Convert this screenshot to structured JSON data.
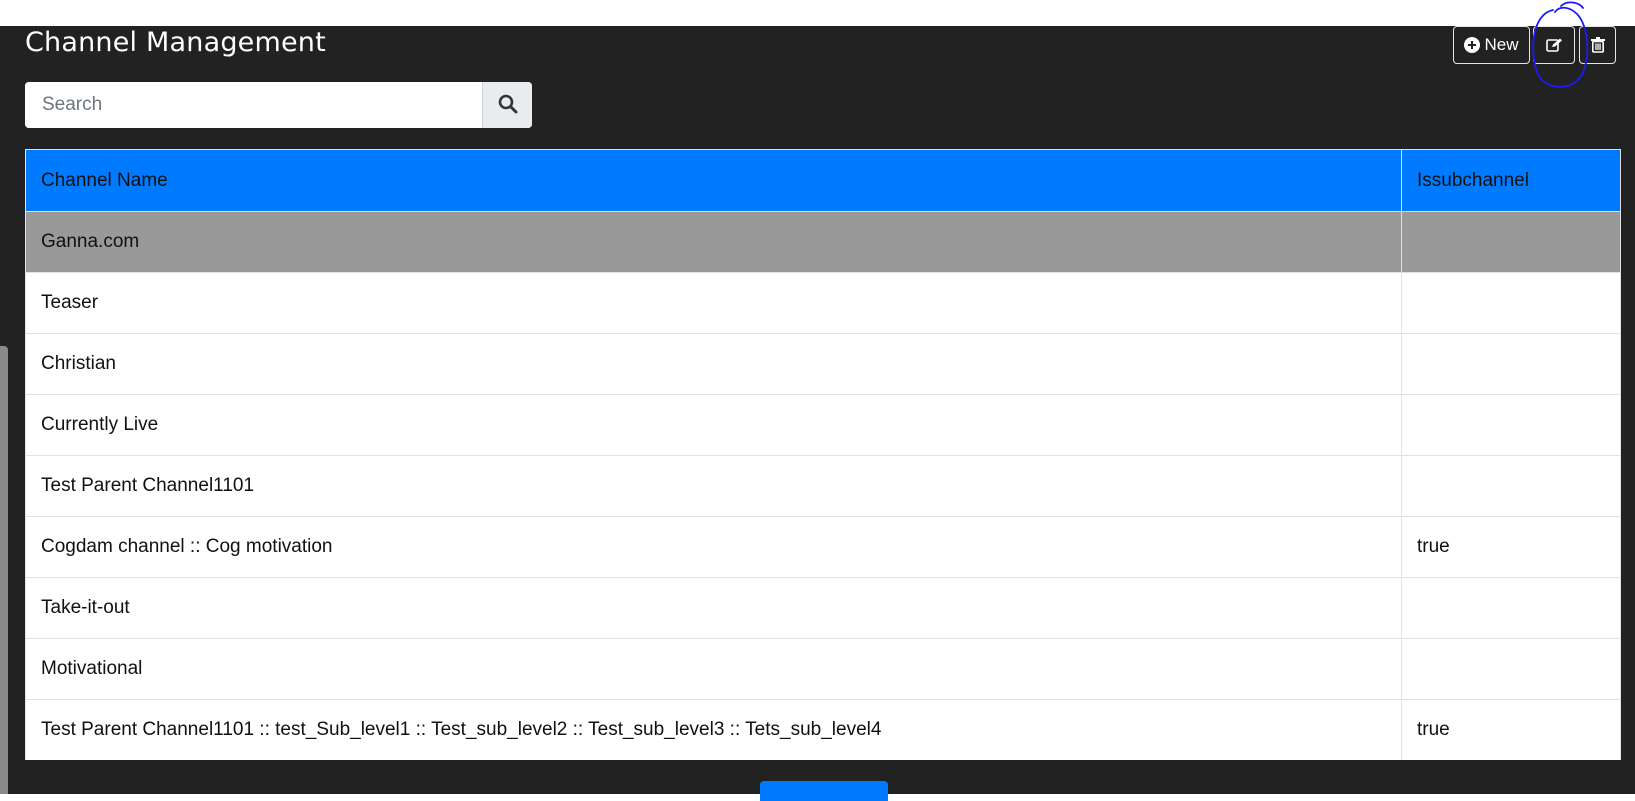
{
  "header": {
    "title": "Channel Management"
  },
  "toolbar": {
    "new_label": "New",
    "new_icon": "plus-circle-icon",
    "edit_icon": "edit-icon",
    "delete_icon": "trash-icon"
  },
  "search": {
    "placeholder": "Search",
    "value": "",
    "icon": "search-icon"
  },
  "table": {
    "columns": [
      "Channel Name",
      "Issubchannel"
    ],
    "rows": [
      {
        "name": "Ganna.com",
        "issub": "",
        "selected": true
      },
      {
        "name": "Teaser",
        "issub": ""
      },
      {
        "name": "Christian",
        "issub": ""
      },
      {
        "name": "Currently Live",
        "issub": ""
      },
      {
        "name": "Test Parent Channel1101",
        "issub": ""
      },
      {
        "name": "Cogdam channel :: Cog motivation",
        "issub": "true"
      },
      {
        "name": "Take-it-out",
        "issub": ""
      },
      {
        "name": "Motivational",
        "issub": ""
      },
      {
        "name": "Test Parent Channel1101 :: test_Sub_level1 :: Test_sub_level2 :: Test_sub_level3 :: Tets_sub_level4",
        "issub": "true"
      }
    ]
  },
  "colors": {
    "panel_bg": "#222222",
    "header_bg": "#007bff",
    "selected_row_bg": "#999999",
    "annotation_circle": "#1a1aff"
  }
}
